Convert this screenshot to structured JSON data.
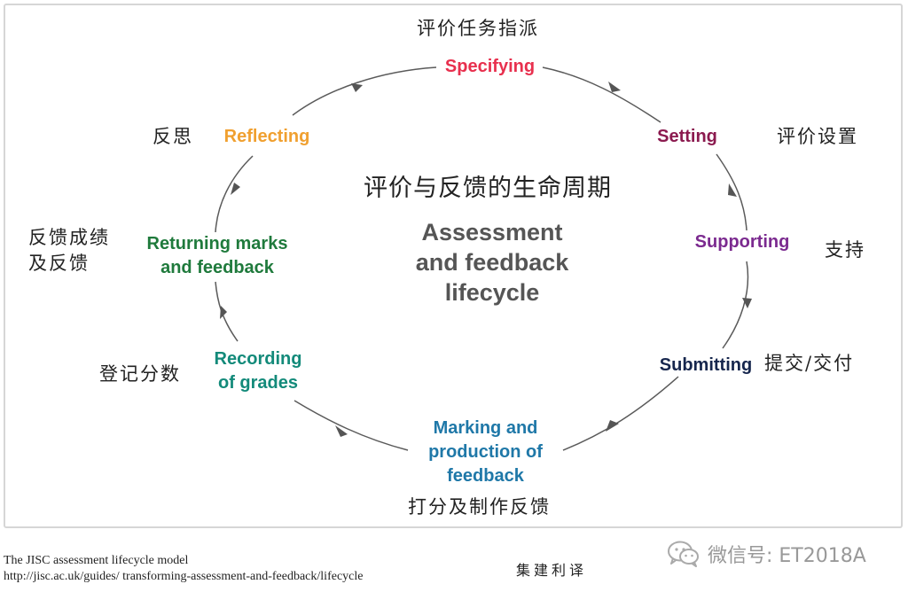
{
  "diagram": {
    "title_cn": "评价与反馈的生命周期",
    "title_en": [
      "Assessment",
      "and feedback",
      "lifecycle"
    ],
    "stages": [
      {
        "id": "specifying",
        "en": [
          "Specifying"
        ],
        "cn": [
          "评价任务指派"
        ],
        "color": "#e8304e"
      },
      {
        "id": "setting",
        "en": [
          "Setting"
        ],
        "cn": [
          "评价设置"
        ],
        "color": "#8b1a4f"
      },
      {
        "id": "supporting",
        "en": [
          "Supporting"
        ],
        "cn": [
          "支持"
        ],
        "color": "#7b2a8f"
      },
      {
        "id": "submitting",
        "en": [
          "Submitting"
        ],
        "cn": [
          "提交/交付"
        ],
        "color": "#16264d"
      },
      {
        "id": "marking",
        "en": [
          "Marking and",
          "production of",
          "feedback"
        ],
        "cn": [
          "打分及制作反馈"
        ],
        "color": "#1f78a8"
      },
      {
        "id": "recording",
        "en": [
          "Recording",
          "of grades"
        ],
        "cn": [
          "登记分数"
        ],
        "color": "#138a7a"
      },
      {
        "id": "returning",
        "en": [
          "Returning marks",
          "and feedback"
        ],
        "cn": [
          "反馈成绩",
          "及反馈"
        ],
        "color": "#1f7a3c"
      },
      {
        "id": "reflecting",
        "en": [
          "Reflecting"
        ],
        "cn": [
          "反思"
        ],
        "color": "#f0a030"
      }
    ]
  },
  "caption": {
    "line1": "The JISC assessment lifecycle model",
    "line2": "http://jisc.ac.uk/guides/ transforming-assessment-and-feedback/lifecycle"
  },
  "signature": "集建利译",
  "watermark": {
    "icon": "wechat-icon",
    "text": "微信号: ET2018A"
  }
}
